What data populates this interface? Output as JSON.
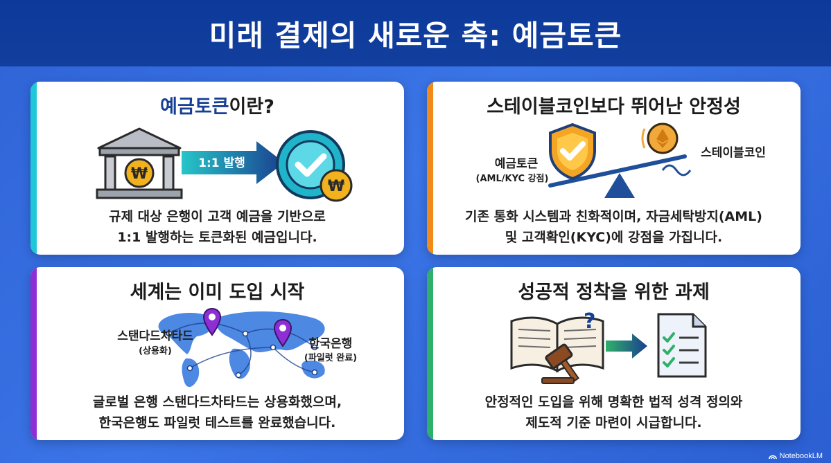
{
  "title": "미래 결제의 새로운 축: 예금토큰",
  "cards": {
    "intro": {
      "title_highlight": "예금토큰",
      "title_rest": "이란?",
      "arrow_label": "1:1 발행",
      "body_line1": "규제 대상 은행이 고객 예금을 기반으로",
      "body_line2": "1:1 발행하는 토큰화된 예금입니다."
    },
    "stability": {
      "title": "스테이블코인보다 뛰어난 안정성",
      "left_label": "예금토큰",
      "left_sub": "(AML/KYC 강점)",
      "right_label": "스테이블코인",
      "body_line1": "기존 통화 시스템과 친화적이며, 자금세탁방지(AML)",
      "body_line2": "및 고객확인(KYC)에 강점을 가집니다."
    },
    "world": {
      "title": "세계는 이미 도입 시작",
      "pin1_label": "스탠다드차타드",
      "pin1_sub": "(상용화)",
      "pin2_label": "한국은행",
      "pin2_sub": "(파일럿 완료)",
      "body_line1": "글로벌 은행 스탠다드차타드는 상용화했으며,",
      "body_line2": "한국은행도 파일럿 테스트를 완료했습니다."
    },
    "tasks": {
      "title": "성공적 정착을 위한 과제",
      "body_line1": "안정적인 도입을 위해 명확한 법적 성격 정의와",
      "body_line2": "제도적 기준 마련이 시급합니다."
    }
  },
  "watermark": "NotebookLM",
  "colors": {
    "header": "#0d3a9a",
    "stripe_intro": "#1fc8d8",
    "stripe_stability": "#f28a1a",
    "stripe_world": "#8e2fd6",
    "stripe_tasks": "#2fb06a",
    "title_highlight": "#163f96"
  }
}
